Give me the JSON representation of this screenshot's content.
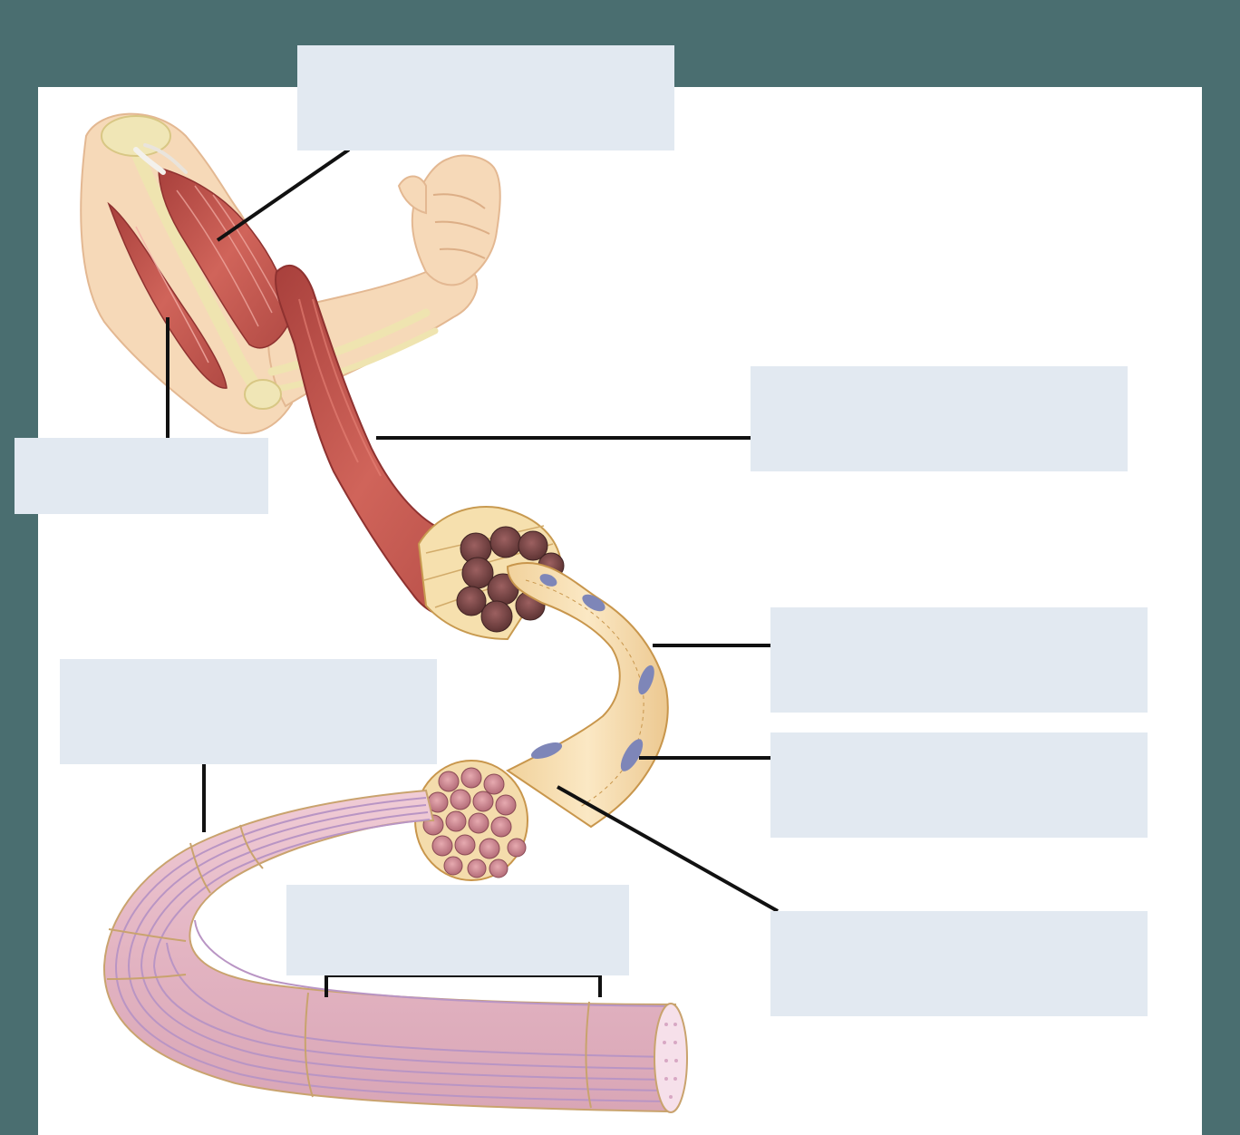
{
  "diagram": {
    "colors": {
      "frame": "#4a6e70",
      "panel": "#ffffff",
      "label_box": "#e2e9f1",
      "leader_line": "#111111",
      "skin": "#f6d9b8",
      "muscle": "#c8504a",
      "fascicle": "#f4ddb0",
      "fiber": "#e6bcc6",
      "myofibril_stripe": "#b995c4",
      "nucleus": "#7e86b8"
    },
    "label_boxes": [
      {
        "id": "box-1",
        "text": ""
      },
      {
        "id": "box-2",
        "text": ""
      },
      {
        "id": "box-3",
        "text": ""
      },
      {
        "id": "box-4",
        "text": ""
      },
      {
        "id": "box-5",
        "text": ""
      },
      {
        "id": "box-6",
        "text": ""
      },
      {
        "id": "box-7",
        "text": ""
      },
      {
        "id": "box-8",
        "text": ""
      }
    ]
  }
}
